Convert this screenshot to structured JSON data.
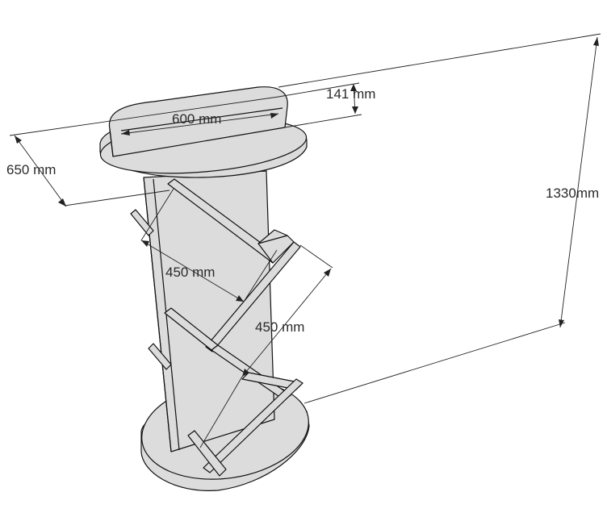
{
  "dimensions": {
    "width_600": "600 mm",
    "height_141": "141 mm",
    "depth_650": "650 mm",
    "total_height": "1330mm",
    "shelf_450_a": "450 mm",
    "shelf_450_b": "450 mm"
  }
}
